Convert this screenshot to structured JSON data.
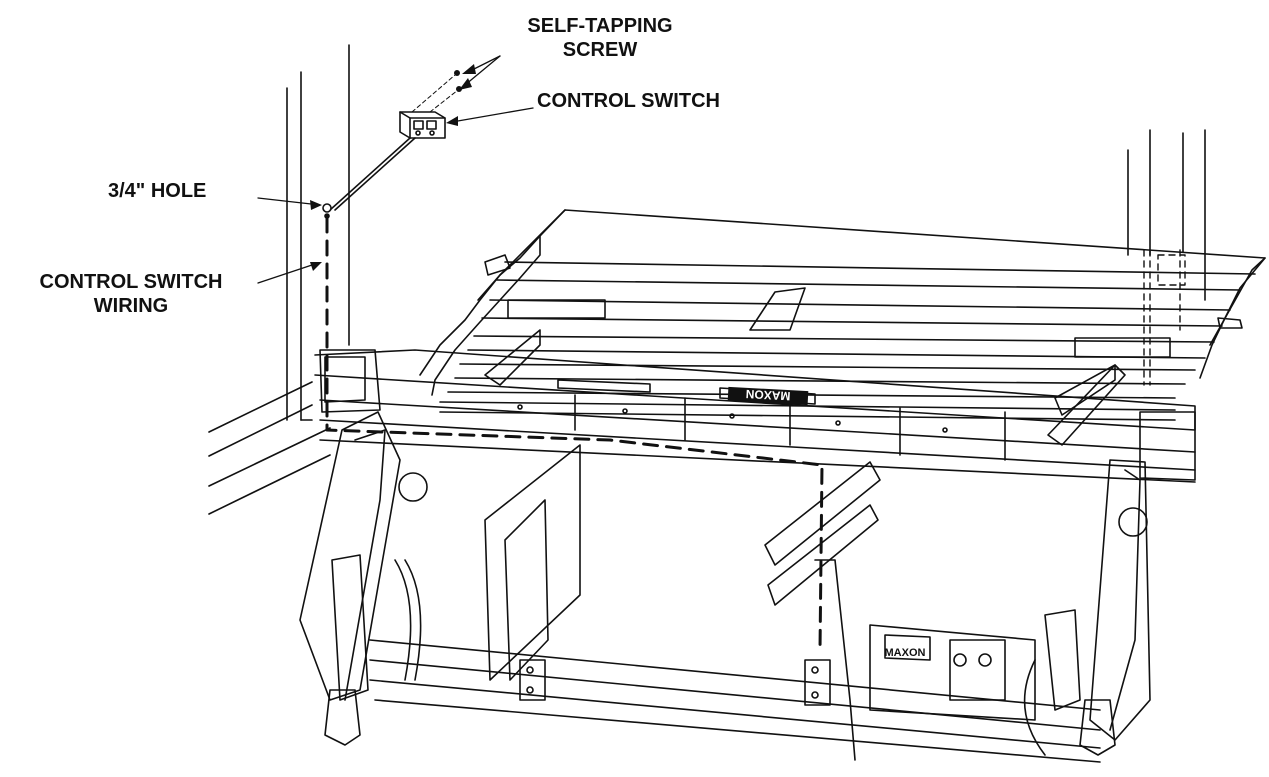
{
  "labels": {
    "self_tapping_line1": "SELF-TAPPING",
    "self_tapping_line2": "SCREW",
    "control_switch": "CONTROL SWITCH",
    "hole": "3/4\" HOLE",
    "wiring_line1": "CONTROL SWITCH",
    "wiring_line2": "WIRING"
  },
  "brand": {
    "platform_name": "MAXON",
    "pump_name": "MAXON"
  },
  "colors": {
    "ink": "#111111",
    "paper": "#ffffff"
  }
}
